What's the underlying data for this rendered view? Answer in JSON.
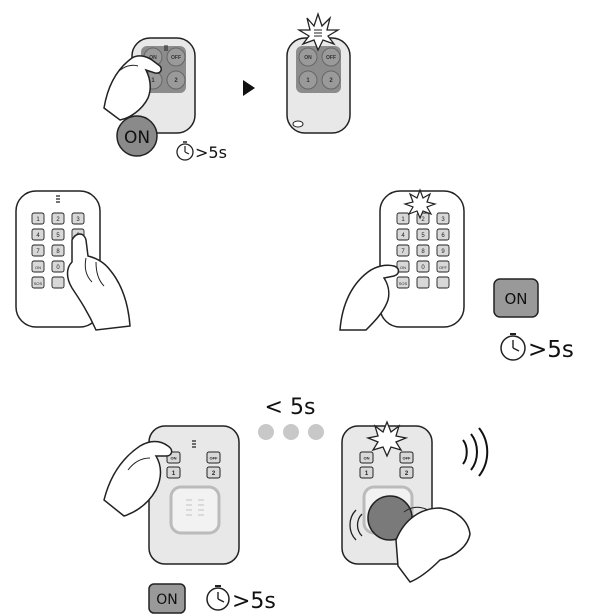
{
  "step1": {
    "remote_buttons": [
      "ON",
      "OFF",
      "1",
      "2"
    ],
    "press_label": "ON",
    "duration": ">5s"
  },
  "step2": {
    "keypad_keys": [
      "1",
      "2",
      "3",
      "4",
      "5",
      "6",
      "7",
      "8",
      "9",
      "ON",
      "0",
      "OFF",
      "SOS",
      "",
      ""
    ],
    "press_label": "ON",
    "duration": ">5s"
  },
  "step3": {
    "interval": "< 5s",
    "device_buttons": [
      "ON",
      "OFF",
      "1",
      "2"
    ],
    "press_label": "ON",
    "duration": ">5s"
  },
  "colors": {
    "outline": "#222222",
    "body": "#e8e8e8",
    "button": "#9a9a9a",
    "dots": "#c8c8c8"
  },
  "icons": [
    "hand-pointer-icon",
    "arrow-right-icon",
    "flash-icon",
    "stopwatch-icon",
    "sound-waves-icon"
  ]
}
